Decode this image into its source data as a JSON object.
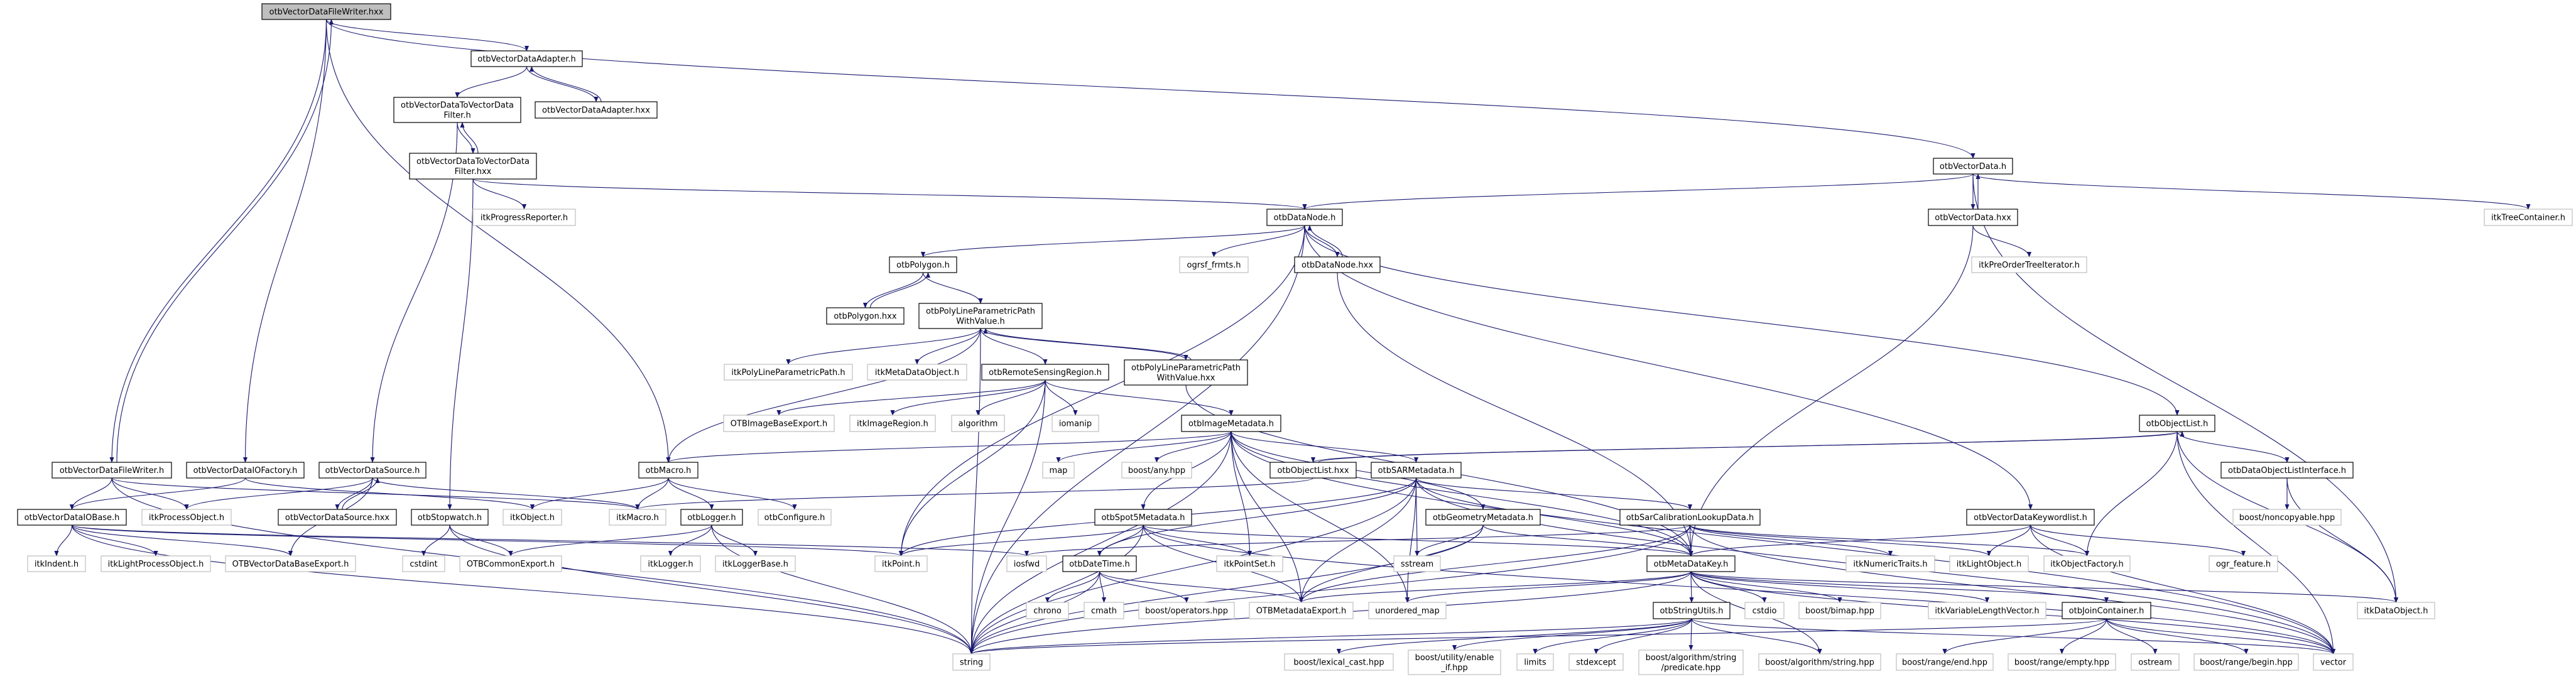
{
  "colors": {
    "edge": "#191970",
    "root_fill": "#bfbfbf",
    "doc_border": "#000000",
    "ext_border": "#bfbfbf"
  },
  "nodes": [
    {
      "lines": [
        "otbVectorDataFileWriter.hxx"
      ],
      "kind": "root"
    },
    {
      "lines": [
        "otbVectorDataAdapter.h"
      ],
      "kind": "doc"
    },
    {
      "lines": [
        "otbVectorDataToVectorData",
        "Filter.h"
      ],
      "kind": "doc"
    },
    {
      "lines": [
        "otbVectorDataAdapter.hxx"
      ],
      "kind": "doc"
    },
    {
      "lines": [
        "otbVectorDataToVectorData",
        "Filter.hxx"
      ],
      "kind": "doc"
    },
    {
      "lines": [
        "itkProgressReporter.h"
      ],
      "kind": "ext"
    },
    {
      "lines": [
        "otbVectorData.h"
      ],
      "kind": "doc"
    },
    {
      "lines": [
        "otbVectorData.hxx"
      ],
      "kind": "doc"
    },
    {
      "lines": [
        "otbDataNode.h"
      ],
      "kind": "doc"
    },
    {
      "lines": [
        "itkTreeContainer.h"
      ],
      "kind": "ext"
    },
    {
      "lines": [
        "otbDataNode.hxx"
      ],
      "kind": "doc"
    },
    {
      "lines": [
        "otbPolygon.h"
      ],
      "kind": "doc"
    },
    {
      "lines": [
        "ogrsf_frmts.h"
      ],
      "kind": "ext"
    },
    {
      "lines": [
        "itkPreOrderTreeIterator.h"
      ],
      "kind": "ext"
    },
    {
      "lines": [
        "otbPolygon.hxx"
      ],
      "kind": "doc"
    },
    {
      "lines": [
        "otbPolyLineParametricPath",
        "WithValue.h"
      ],
      "kind": "doc"
    },
    {
      "lines": [
        "itkPolyLineParametricPath.h"
      ],
      "kind": "ext"
    },
    {
      "lines": [
        "itkMetaDataObject.h"
      ],
      "kind": "ext"
    },
    {
      "lines": [
        "otbRemoteSensingRegion.h"
      ],
      "kind": "doc"
    },
    {
      "lines": [
        "otbPolyLineParametricPath",
        "WithValue.hxx"
      ],
      "kind": "doc"
    },
    {
      "lines": [
        "OTBImageBaseExport.h"
      ],
      "kind": "ext"
    },
    {
      "lines": [
        "itkImageRegion.h"
      ],
      "kind": "ext"
    },
    {
      "lines": [
        "algorithm"
      ],
      "kind": "ext"
    },
    {
      "lines": [
        "iomanip"
      ],
      "kind": "ext"
    },
    {
      "lines": [
        "otbImageMetadata.h"
      ],
      "kind": "doc"
    },
    {
      "lines": [
        "otbObjectList.h"
      ],
      "kind": "doc"
    },
    {
      "lines": [
        "otbVectorDataFileWriter.h"
      ],
      "kind": "doc"
    },
    {
      "lines": [
        "otbVectorDataIOFactory.h"
      ],
      "kind": "doc"
    },
    {
      "lines": [
        "otbVectorDataSource.h"
      ],
      "kind": "doc"
    },
    {
      "lines": [
        "otbMacro.h"
      ],
      "kind": "doc"
    },
    {
      "lines": [
        "map"
      ],
      "kind": "ext"
    },
    {
      "lines": [
        "boost/any.hpp"
      ],
      "kind": "ext"
    },
    {
      "lines": [
        "otbObjectList.hxx"
      ],
      "kind": "doc"
    },
    {
      "lines": [
        "otbSARMetadata.h"
      ],
      "kind": "doc"
    },
    {
      "lines": [
        "otbDataObjectListInterface.h"
      ],
      "kind": "doc"
    },
    {
      "lines": [
        "otbVectorDataIOBase.h"
      ],
      "kind": "doc"
    },
    {
      "lines": [
        "itkProcessObject.h"
      ],
      "kind": "ext"
    },
    {
      "lines": [
        "otbVectorDataSource.hxx"
      ],
      "kind": "doc"
    },
    {
      "lines": [
        "otbStopwatch.h"
      ],
      "kind": "doc"
    },
    {
      "lines": [
        "itkObject.h"
      ],
      "kind": "ext"
    },
    {
      "lines": [
        "itkMacro.h"
      ],
      "kind": "ext"
    },
    {
      "lines": [
        "otbLogger.h"
      ],
      "kind": "doc"
    },
    {
      "lines": [
        "otbConfigure.h"
      ],
      "kind": "ext"
    },
    {
      "lines": [
        "otbSpot5Metadata.h"
      ],
      "kind": "doc"
    },
    {
      "lines": [
        "otbGeometryMetadata.h"
      ],
      "kind": "doc"
    },
    {
      "lines": [
        "otbSarCalibrationLookupData.h"
      ],
      "kind": "doc"
    },
    {
      "lines": [
        "otbVectorDataKeywordlist.h"
      ],
      "kind": "doc"
    },
    {
      "lines": [
        "boost/noncopyable.hpp"
      ],
      "kind": "ext"
    },
    {
      "lines": [
        "itkIndent.h"
      ],
      "kind": "ext"
    },
    {
      "lines": [
        "itkLightProcessObject.h"
      ],
      "kind": "ext"
    },
    {
      "lines": [
        "OTBVectorDataBaseExport.h"
      ],
      "kind": "ext"
    },
    {
      "lines": [
        "cstdint"
      ],
      "kind": "ext"
    },
    {
      "lines": [
        "OTBCommonExport.h"
      ],
      "kind": "ext"
    },
    {
      "lines": [
        "itkLogger.h"
      ],
      "kind": "ext"
    },
    {
      "lines": [
        "itkLoggerBase.h"
      ],
      "kind": "ext"
    },
    {
      "lines": [
        "itkPoint.h"
      ],
      "kind": "ext"
    },
    {
      "lines": [
        "iosfwd"
      ],
      "kind": "ext"
    },
    {
      "lines": [
        "otbDateTime.h"
      ],
      "kind": "doc"
    },
    {
      "lines": [
        "itkPointSet.h"
      ],
      "kind": "ext"
    },
    {
      "lines": [
        "sstream"
      ],
      "kind": "ext"
    },
    {
      "lines": [
        "otbMetaDataKey.h"
      ],
      "kind": "doc"
    },
    {
      "lines": [
        "itkNumericTraits.h"
      ],
      "kind": "ext"
    },
    {
      "lines": [
        "itkLightObject.h"
      ],
      "kind": "ext"
    },
    {
      "lines": [
        "itkObjectFactory.h"
      ],
      "kind": "ext"
    },
    {
      "lines": [
        "ogr_feature.h"
      ],
      "kind": "ext"
    },
    {
      "lines": [
        "chrono"
      ],
      "kind": "ext"
    },
    {
      "lines": [
        "cmath"
      ],
      "kind": "ext"
    },
    {
      "lines": [
        "boost/operators.hpp"
      ],
      "kind": "ext"
    },
    {
      "lines": [
        "OTBMetadataExport.h"
      ],
      "kind": "ext"
    },
    {
      "lines": [
        "unordered_map"
      ],
      "kind": "ext"
    },
    {
      "lines": [
        "otbStringUtils.h"
      ],
      "kind": "doc"
    },
    {
      "lines": [
        "cstdio"
      ],
      "kind": "ext"
    },
    {
      "lines": [
        "boost/bimap.hpp"
      ],
      "kind": "ext"
    },
    {
      "lines": [
        "itkVariableLengthVector.h"
      ],
      "kind": "ext"
    },
    {
      "lines": [
        "otbJoinContainer.h"
      ],
      "kind": "doc"
    },
    {
      "lines": [
        "itkDataObject.h"
      ],
      "kind": "ext"
    },
    {
      "lines": [
        "string"
      ],
      "kind": "ext"
    },
    {
      "lines": [
        "boost/lexical_cast.hpp"
      ],
      "kind": "ext"
    },
    {
      "lines": [
        "boost/utility/enable",
        "_if.hpp"
      ],
      "kind": "ext"
    },
    {
      "lines": [
        "limits"
      ],
      "kind": "ext"
    },
    {
      "lines": [
        "stdexcept"
      ],
      "kind": "ext"
    },
    {
      "lines": [
        "boost/algorithm/string",
        "/predicate.hpp"
      ],
      "kind": "ext"
    },
    {
      "lines": [
        "boost/algorithm/string.hpp"
      ],
      "kind": "ext"
    },
    {
      "lines": [
        "boost/range/end.hpp"
      ],
      "kind": "ext"
    },
    {
      "lines": [
        "boost/range/empty.hpp"
      ],
      "kind": "ext"
    },
    {
      "lines": [
        "ostream"
      ],
      "kind": "ext"
    },
    {
      "lines": [
        "boost/range/begin.hpp"
      ],
      "kind": "ext"
    },
    {
      "lines": [
        "vector"
      ],
      "kind": "ext"
    }
  ],
  "edges": [
    [
      "otbVectorDataFileWriter.hxx",
      "otbVectorDataAdapter.h"
    ],
    [
      "otbVectorDataFileWriter.hxx",
      "otbVectorData.h"
    ],
    [
      "otbVectorDataFileWriter.hxx",
      "otbVectorDataFileWriter.h"
    ],
    [
      "otbVectorDataFileWriter.hxx",
      "otbVectorDataIOFactory.h"
    ],
    [
      "otbVectorDataFileWriter.hxx",
      "otbMacro.h"
    ],
    [
      "otbVectorDataFileWriter.h",
      "otbVectorDataFileWriter.hxx"
    ],
    [
      "otbVectorDataFileWriter.h",
      "otbVectorDataIOBase.h"
    ],
    [
      "otbVectorDataFileWriter.h",
      "itkProcessObject.h"
    ],
    [
      "otbVectorDataFileWriter.h",
      "itkMacro.h"
    ],
    [
      "otbVectorDataFileWriter.h",
      "string"
    ],
    [
      "otbVectorDataAdapter.h",
      "otbVectorDataToVectorDataFilter.h"
    ],
    [
      "otbVectorDataAdapter.h",
      "otbVectorDataAdapter.hxx"
    ],
    [
      "otbVectorDataAdapter.hxx",
      "otbVectorDataAdapter.h"
    ],
    [
      "otbVectorDataToVectorDataFilter.h",
      "otbVectorDataToVectorDataFilter.hxx"
    ],
    [
      "otbVectorDataToVectorDataFilter.h",
      "otbVectorDataSource.h"
    ],
    [
      "otbVectorDataToVectorDataFilter.hxx",
      "otbVectorDataToVectorDataFilter.h"
    ],
    [
      "otbVectorDataToVectorDataFilter.hxx",
      "itkProgressReporter.h"
    ],
    [
      "otbVectorDataToVectorDataFilter.hxx",
      "otbDataNode.h"
    ],
    [
      "otbVectorDataToVectorDataFilter.hxx",
      "otbStopwatch.h"
    ],
    [
      "otbVectorDataIOFactory.h",
      "otbVectorDataIOBase.h"
    ],
    [
      "otbVectorDataIOFactory.h",
      "itkObject.h"
    ],
    [
      "otbVectorDataSource.h",
      "otbVectorDataSource.hxx"
    ],
    [
      "otbVectorDataSource.h",
      "itkProcessObject.h"
    ],
    [
      "otbVectorDataSource.h",
      "OTBVectorDataBaseExport.h"
    ],
    [
      "otbVectorDataSource.h",
      "itkMacro.h"
    ],
    [
      "otbVectorDataSource.hxx",
      "otbVectorDataSource.h"
    ],
    [
      "otbVectorDataIOBase.h",
      "itkIndent.h"
    ],
    [
      "otbVectorDataIOBase.h",
      "itkLightProcessObject.h"
    ],
    [
      "otbVectorDataIOBase.h",
      "OTBVectorDataBaseExport.h"
    ],
    [
      "otbVectorDataIOBase.h",
      "itkPoint.h"
    ],
    [
      "otbVectorDataIOBase.h",
      "iosfwd"
    ],
    [
      "otbVectorDataIOBase.h",
      "string"
    ],
    [
      "otbStopwatch.h",
      "cstdint"
    ],
    [
      "otbStopwatch.h",
      "OTBCommonExport.h"
    ],
    [
      "otbStopwatch.h",
      "string"
    ],
    [
      "otbMacro.h",
      "itkMacro.h"
    ],
    [
      "otbMacro.h",
      "itkObject.h"
    ],
    [
      "otbMacro.h",
      "otbLogger.h"
    ],
    [
      "otbMacro.h",
      "otbConfigure.h"
    ],
    [
      "otbLogger.h",
      "itkLogger.h"
    ],
    [
      "otbLogger.h",
      "itkLoggerBase.h"
    ],
    [
      "otbLogger.h",
      "OTBCommonExport.h"
    ],
    [
      "otbLogger.h",
      "string"
    ],
    [
      "otbVectorData.h",
      "otbVectorData.hxx"
    ],
    [
      "otbVectorData.h",
      "otbDataNode.h"
    ],
    [
      "otbVectorData.h",
      "itkTreeContainer.h"
    ],
    [
      "otbVectorData.h",
      "itkDataObject.h"
    ],
    [
      "otbVectorData.hxx",
      "otbVectorData.h"
    ],
    [
      "otbVectorData.hxx",
      "itkPreOrderTreeIterator.h"
    ],
    [
      "otbVectorData.hxx",
      "otbMetaDataKey.h"
    ],
    [
      "otbDataNode.h",
      "otbDataNode.hxx"
    ],
    [
      "otbDataNode.h",
      "otbPolygon.h"
    ],
    [
      "otbDataNode.h",
      "ogrsf_frmts.h"
    ],
    [
      "otbDataNode.h",
      "otbObjectList.h"
    ],
    [
      "otbDataNode.h",
      "otbVectorDataKeywordlist.h"
    ],
    [
      "otbDataNode.h",
      "itkPoint.h"
    ],
    [
      "otbDataNode.h",
      "string"
    ],
    [
      "otbDataNode.hxx",
      "otbDataNode.h"
    ],
    [
      "otbDataNode.hxx",
      "otbMetaDataKey.h"
    ],
    [
      "otbPolygon.h",
      "otbPolygon.hxx"
    ],
    [
      "otbPolygon.h",
      "otbPolyLineParametricPathWithValue.h"
    ],
    [
      "otbPolygon.hxx",
      "otbPolygon.h"
    ],
    [
      "otbPolyLineParametricPathWithValue.h",
      "itkPolyLineParametricPath.h"
    ],
    [
      "otbPolyLineParametricPathWithValue.h",
      "itkMetaDataObject.h"
    ],
    [
      "otbPolyLineParametricPathWithValue.h",
      "otbRemoteSensingRegion.h"
    ],
    [
      "otbPolyLineParametricPathWithValue.h",
      "otbPolyLineParametricPathWithValue.hxx"
    ],
    [
      "otbPolyLineParametricPathWithValue.h",
      "otbMacro.h"
    ],
    [
      "otbPolyLineParametricPathWithValue.h",
      "string"
    ],
    [
      "otbPolyLineParametricPathWithValue.hxx",
      "otbPolyLineParametricPathWithValue.h"
    ],
    [
      "otbPolyLineParametricPathWithValue.hxx",
      "otbMetaDataKey.h"
    ],
    [
      "otbRemoteSensingRegion.h",
      "OTBImageBaseExport.h"
    ],
    [
      "otbRemoteSensingRegion.h",
      "itkImageRegion.h"
    ],
    [
      "otbRemoteSensingRegion.h",
      "algorithm"
    ],
    [
      "otbRemoteSensingRegion.h",
      "iomanip"
    ],
    [
      "otbRemoteSensingRegion.h",
      "otbImageMetadata.h"
    ],
    [
      "otbRemoteSensingRegion.h",
      "itkPoint.h"
    ],
    [
      "otbRemoteSensingRegion.h",
      "string"
    ],
    [
      "otbImageMetadata.h",
      "otbMacro.h"
    ],
    [
      "otbImageMetadata.h",
      "map"
    ],
    [
      "otbImageMetadata.h",
      "boost/any.hpp"
    ],
    [
      "otbImageMetadata.h",
      "otbSARMetadata.h"
    ],
    [
      "otbImageMetadata.h",
      "otbSpot5Metadata.h"
    ],
    [
      "otbImageMetadata.h",
      "otbGeometryMetadata.h"
    ],
    [
      "otbImageMetadata.h",
      "OTBMetadataExport.h"
    ],
    [
      "otbImageMetadata.h",
      "otbMetaDataKey.h"
    ],
    [
      "otbImageMetadata.h",
      "itkPointSet.h"
    ],
    [
      "otbImageMetadata.h",
      "unordered_map"
    ],
    [
      "otbImageMetadata.h",
      "string"
    ],
    [
      "otbImageMetadata.h",
      "vector"
    ],
    [
      "otbObjectList.h",
      "otbObjectList.hxx"
    ],
    [
      "otbObjectList.h",
      "otbDataObjectListInterface.h"
    ],
    [
      "otbObjectList.h",
      "itkObjectFactory.h"
    ],
    [
      "otbObjectList.h",
      "itkDataObject.h"
    ],
    [
      "otbObjectList.h",
      "vector"
    ],
    [
      "otbObjectList.hxx",
      "otbObjectList.h"
    ],
    [
      "otbObjectList.hxx",
      "itkMacro.h"
    ],
    [
      "otbDataObjectListInterface.h",
      "boost/noncopyable.hpp"
    ],
    [
      "otbDataObjectListInterface.h",
      "itkDataObject.h"
    ],
    [
      "otbSARMetadata.h",
      "otbSarCalibrationLookupData.h"
    ],
    [
      "otbSARMetadata.h",
      "sstream"
    ],
    [
      "otbSARMetadata.h",
      "unordered_map"
    ],
    [
      "otbSARMetadata.h",
      "OTBMetadataExport.h"
    ],
    [
      "otbSARMetadata.h",
      "otbMetaDataKey.h"
    ],
    [
      "otbSARMetadata.h",
      "otbDateTime.h"
    ],
    [
      "otbSARMetadata.h",
      "itkPoint.h"
    ],
    [
      "otbSARMetadata.h",
      "string"
    ],
    [
      "otbSARMetadata.h",
      "vector"
    ],
    [
      "otbSpot5Metadata.h",
      "otbDateTime.h"
    ],
    [
      "otbSpot5Metadata.h",
      "itkPointSet.h"
    ],
    [
      "otbSpot5Metadata.h",
      "itkPoint.h"
    ],
    [
      "otbSpot5Metadata.h",
      "OTBMetadataExport.h"
    ],
    [
      "otbSpot5Metadata.h",
      "otbMetaDataKey.h"
    ],
    [
      "otbSpot5Metadata.h",
      "string"
    ],
    [
      "otbSpot5Metadata.h",
      "vector"
    ],
    [
      "otbGeometryMetadata.h",
      "sstream"
    ],
    [
      "otbGeometryMetadata.h",
      "OTBMetadataExport.h"
    ],
    [
      "otbGeometryMetadata.h",
      "otbMetaDataKey.h"
    ],
    [
      "otbGeometryMetadata.h",
      "string"
    ],
    [
      "otbSarCalibrationLookupData.h",
      "otbMetaDataKey.h"
    ],
    [
      "otbSarCalibrationLookupData.h",
      "itkNumericTraits.h"
    ],
    [
      "otbSarCalibrationLookupData.h",
      "itkLightObject.h"
    ],
    [
      "otbSarCalibrationLookupData.h",
      "itkObjectFactory.h"
    ],
    [
      "otbSarCalibrationLookupData.h",
      "OTBMetadataExport.h"
    ],
    [
      "otbSarCalibrationLookupData.h",
      "iosfwd"
    ],
    [
      "otbSarCalibrationLookupData.h",
      "string"
    ],
    [
      "otbSarCalibrationLookupData.h",
      "vector"
    ],
    [
      "otbVectorDataKeywordlist.h",
      "itkLightObject.h"
    ],
    [
      "otbVectorDataKeywordlist.h",
      "itkObjectFactory.h"
    ],
    [
      "otbVectorDataKeywordlist.h",
      "ogr_feature.h"
    ],
    [
      "otbVectorDataKeywordlist.h",
      "otbMetaDataKey.h"
    ],
    [
      "otbVectorDataKeywordlist.h",
      "vector"
    ],
    [
      "otbDateTime.h",
      "chrono"
    ],
    [
      "otbDateTime.h",
      "cmath"
    ],
    [
      "otbDateTime.h",
      "boost/operators.hpp"
    ],
    [
      "otbDateTime.h",
      "OTBMetadataExport.h"
    ],
    [
      "otbDateTime.h",
      "string"
    ],
    [
      "otbMetaDataKey.h",
      "otbStringUtils.h"
    ],
    [
      "otbMetaDataKey.h",
      "cstdio"
    ],
    [
      "otbMetaDataKey.h",
      "boost/bimap.hpp"
    ],
    [
      "otbMetaDataKey.h",
      "itkVariableLengthVector.h"
    ],
    [
      "otbMetaDataKey.h",
      "otbJoinContainer.h"
    ],
    [
      "otbMetaDataKey.h",
      "itkDataObject.h"
    ],
    [
      "otbMetaDataKey.h",
      "OTBMetadataExport.h"
    ],
    [
      "otbMetaDataKey.h",
      "unordered_map"
    ],
    [
      "otbMetaDataKey.h",
      "boost/algorithm/string.hpp"
    ],
    [
      "otbMetaDataKey.h",
      "string"
    ],
    [
      "otbMetaDataKey.h",
      "vector"
    ],
    [
      "otbStringUtils.h",
      "boost/lexical_cast.hpp"
    ],
    [
      "otbStringUtils.h",
      "boost/utility/enable_if.hpp"
    ],
    [
      "otbStringUtils.h",
      "limits"
    ],
    [
      "otbStringUtils.h",
      "stdexcept"
    ],
    [
      "otbStringUtils.h",
      "boost/algorithm/string/predicate.hpp"
    ],
    [
      "otbStringUtils.h",
      "boost/algorithm/string.hpp"
    ],
    [
      "otbStringUtils.h",
      "string"
    ],
    [
      "otbStringUtils.h",
      "vector"
    ],
    [
      "otbJoinContainer.h",
      "boost/range/end.hpp"
    ],
    [
      "otbJoinContainer.h",
      "boost/range/empty.hpp"
    ],
    [
      "otbJoinContainer.h",
      "ostream"
    ],
    [
      "otbJoinContainer.h",
      "boost/range/begin.hpp"
    ],
    [
      "otbJoinContainer.h",
      "string"
    ],
    [
      "otbJoinContainer.h",
      "vector"
    ]
  ]
}
